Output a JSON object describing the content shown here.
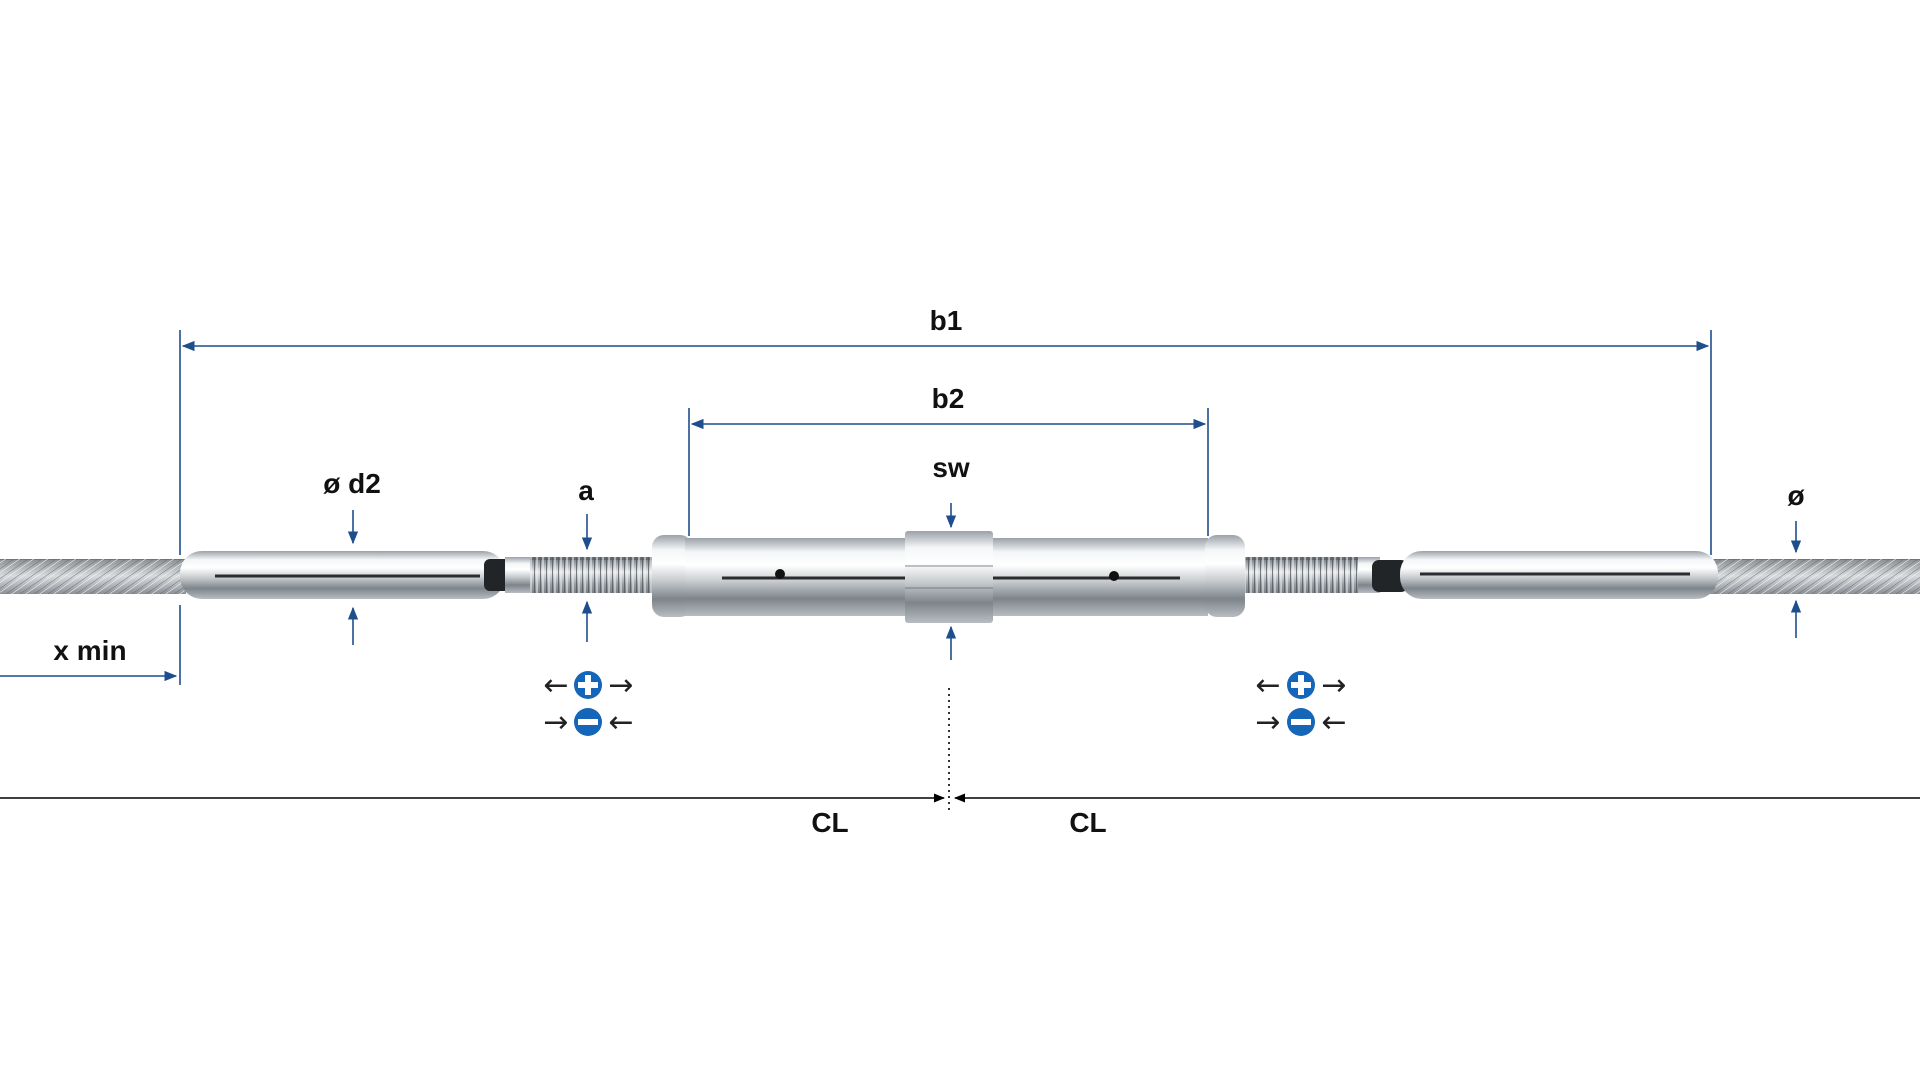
{
  "colors": {
    "dimension_line": "#1f4e8c",
    "adjust_badge": "#1565b8",
    "metal_highlight": "#ffffff",
    "metal_shadow": "#8f969c",
    "rope": "#b9bcbf"
  },
  "labels": {
    "b1": "b1",
    "b2": "b2",
    "sw": "sw",
    "d2": "ø d2",
    "a": "a",
    "diameter": "ø",
    "x_min": "x min",
    "cl_left": "CL",
    "cl_right": "CL"
  },
  "icons": {
    "tighten": "plus-circle-icon",
    "loosen": "minus-circle-icon",
    "arrow_left": "←",
    "arrow_right": "→"
  }
}
